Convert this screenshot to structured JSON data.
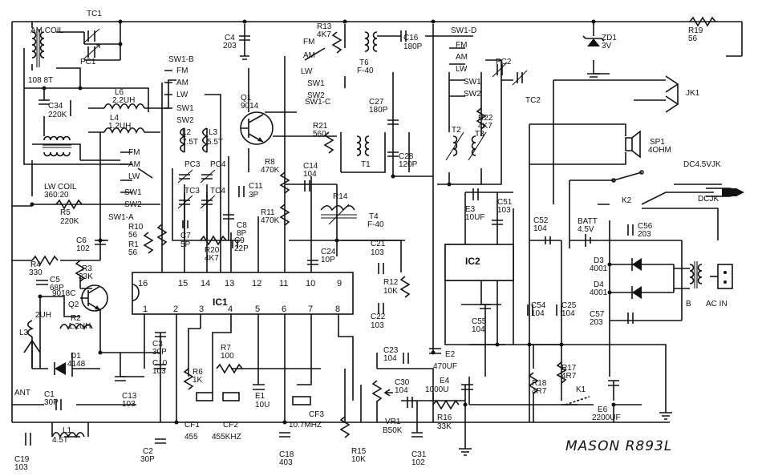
{
  "title": "MASON R893L",
  "components": {
    "TC1": "TC1",
    "AM_COIL": "AM COIL",
    "PC1": "PC1",
    "AM_COIL_RATIO": "108 8T",
    "C34": "C34",
    "C34_val": "220K",
    "L6": "L6",
    "L6_val": "2.2UH",
    "L4": "L4",
    "L4_val": "1.2UH",
    "LW_COIL": "LW COIL",
    "LW_COIL_RATIO": "360:20",
    "R5": "R5",
    "R5_val": "220K",
    "SW1A": "SW1-A",
    "SW1B": "SW1-B",
    "SW1C": "SW1-C",
    "SW1D": "SW1-D",
    "R4": "R4",
    "R4_val": "330",
    "R3": "R3",
    "R3_val": "33K",
    "C6": "C6",
    "C6_val": "102",
    "C5": "C5",
    "C5_val": "68P",
    "Q2": "Q2",
    "Q2_val": "9018C",
    "R2": "R2",
    "R2_val": "1.2UH",
    "L3_left": "L3",
    "L3_left_val": "2UH",
    "D1": "D1",
    "D1_val": "4148",
    "ANT": "ANT",
    "C1": "C1",
    "C1_val": "30P",
    "L1": "L1",
    "L1_val": "4.5T",
    "C19": "C19",
    "C19_val": "103",
    "C4": "C4",
    "C4_val": "203",
    "R13": "R13",
    "R13_val": "4K7",
    "T6": "T6",
    "T6_val": "F-40",
    "C16": "C16",
    "C16_val": "180P",
    "ZD1": "ZD1",
    "ZD1_val": "3V",
    "R19": "R19",
    "R19_val": "56",
    "PC2": "PC2",
    "TC2": "TC2",
    "JK1": "JK1",
    "Q1": "Q1",
    "Q1_val": "9014",
    "R21": "R21",
    "R21_val": "560",
    "C27": "C27",
    "C27_val": "180P",
    "C28": "C28",
    "C28_val": "120P",
    "T1": "T1",
    "T2": "T2",
    "T3": "T3",
    "R22": "R22",
    "R22_val": "4K7",
    "SP1": "SP1",
    "SP1_val": "4OHM",
    "L2": "L2",
    "L2_val": "7.5T",
    "L3": "L3",
    "L3_val": "5.5T",
    "PC3": "PC3",
    "PC4": "PC4",
    "TC3": "TC3",
    "TC4": "TC4",
    "C11": "C11",
    "C11_val": "3P",
    "C8": "C8",
    "C8_val": "8P",
    "C7": "C7",
    "C7_val": "5P",
    "R20": "R20",
    "R20_val": "4K7",
    "C9": "C9",
    "C9_val": "22P",
    "R8": "R8",
    "R8_val": "470K",
    "C14": "C14",
    "C14_val": "104",
    "R11": "R11",
    "R11_val": "470K",
    "R14": "R14",
    "T4": "T4",
    "T4_val": "F-40",
    "R10": "R10",
    "R10_val": "56",
    "R1": "R1",
    "R1_val": "56",
    "C24": "C24",
    "C24_val": "10P",
    "C21": "C21",
    "C21_val": "103",
    "R12": "R12",
    "R12_val": "10K",
    "C22": "C22",
    "C22_val": "103",
    "DC_JACK_LABEL": "DC4.5VJK",
    "K2": "K2",
    "DCJK": "DCJK",
    "E3": "E3",
    "E3_val": "10UF",
    "C51": "C51",
    "C51_val": "103",
    "IC2": "IC2",
    "C52": "C52",
    "C52_val": "104",
    "BATT": "BATT",
    "BATT_val": "4.5V",
    "C56": "C56",
    "C56_val": "203",
    "D3": "D3",
    "D3_val": "4001",
    "D4": "D4",
    "D4_val": "4001",
    "C57": "C57",
    "C57_val": "203",
    "B": "B",
    "AC_IN": "AC IN",
    "IC1": "IC1",
    "C3": "C3",
    "C3_val": "30P",
    "C10": "C10",
    "C10_val": "103",
    "C13": "C13",
    "C13_val": "103",
    "R7": "R7",
    "R7_val": "100",
    "R6": "R6",
    "R6_val": "1K",
    "E1": "E1",
    "E1_val": "10U",
    "CF1": "CF1",
    "CF1_val": "455",
    "CF2": "CF2",
    "CF2_val": "455KHZ",
    "CF3": "CF3",
    "CF3_val": "10.7MHZ",
    "C2": "C2",
    "C2_val": "30P",
    "C18": "C18",
    "C18_val": "403",
    "C23": "C23",
    "C23_val": "104",
    "E2": "E2",
    "E2_val": "470UF",
    "C30": "C30",
    "C30_val": "104",
    "E4": "E4",
    "E4_val": "1000U",
    "VR1": "VR1",
    "VR1_val": "B50K",
    "R16": "R16",
    "R16_val": "33K",
    "R15": "R15",
    "R15_val": "10K",
    "C31": "C31",
    "C31_val": "102",
    "C55": "C55",
    "C55_val": "104",
    "C54": "C54",
    "C54_val": "104",
    "C25": "C25",
    "C25_val": "104",
    "R18": "R18",
    "R18_val": "4R7",
    "R17": "R17",
    "R17_val": "4R7",
    "K1": "K1",
    "E6": "E6",
    "E6_val": "2200UF"
  },
  "switch_positions": {
    "fm": "FM",
    "am": "AM",
    "lw": "LW",
    "sw1": "SW1",
    "sw2": "SW2"
  },
  "ic1_pins": [
    "16",
    "15",
    "14",
    "13",
    "12",
    "11",
    "10",
    "9",
    "1",
    "2",
    "3",
    "4",
    "5",
    "6",
    "7",
    "8"
  ]
}
